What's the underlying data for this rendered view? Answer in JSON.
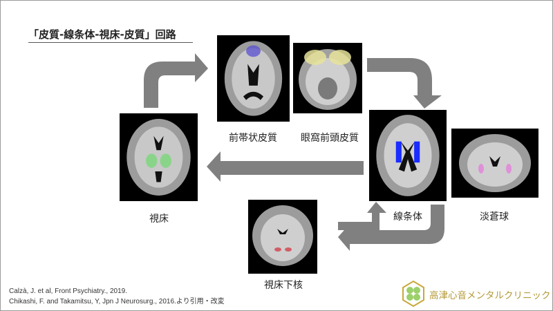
{
  "title": "「皮質-線条体-視床-皮質」回路",
  "regions": {
    "acc": "前帯状皮質",
    "ofc": "眼窩前頭皮質",
    "thalamus": "視床",
    "striatum": "線条体",
    "pallidum": "淡蒼球",
    "stn": "視床下核"
  },
  "references": [
    "Calzà, J. et al, Front Psychiatry., 2019.",
    "Chikashi, F. and Takamitsu, Y, Jpn J Neurosurg., 2016.より引用・改変"
  ],
  "clinic": "高津心音メンタルクリニック",
  "colors": {
    "arrow": "#808080",
    "acc": "#5a4fd0",
    "ofc": "#e6e39a",
    "thalamus": "#7fd67f",
    "striatum": "#1a2cff",
    "pallidum": "#e08ad8",
    "stn": "#d0505a",
    "logo": "#b59a3a"
  }
}
